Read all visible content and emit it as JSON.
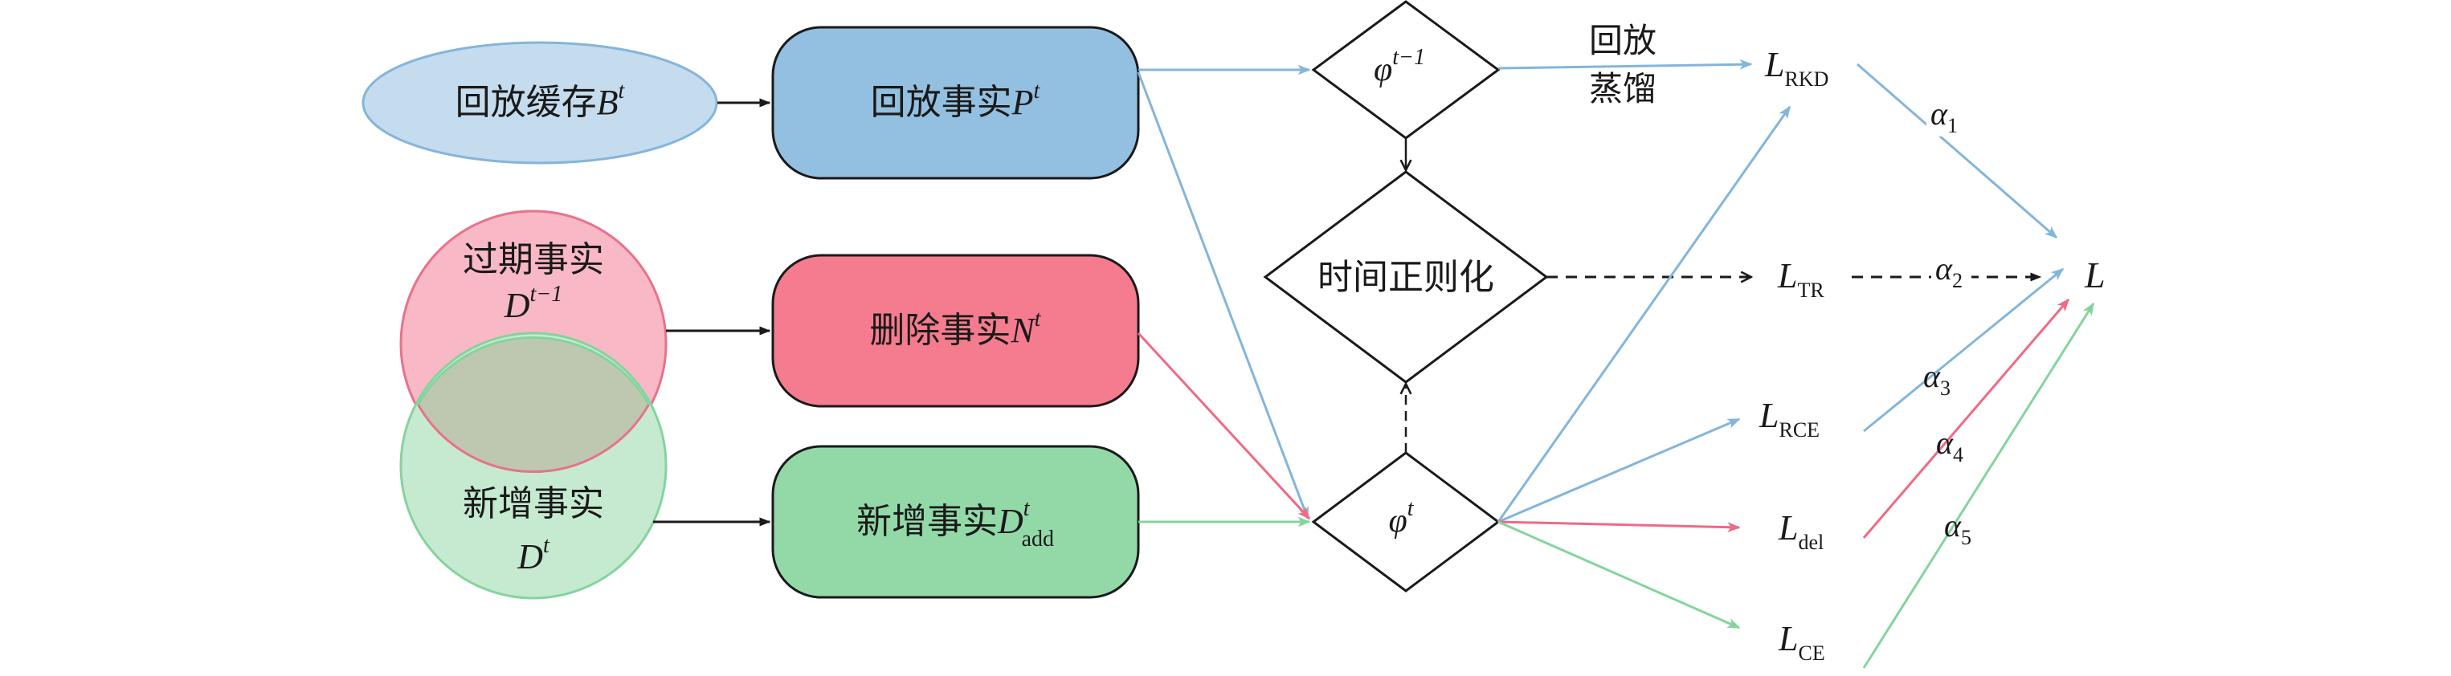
{
  "colors": {
    "blue_fill": "#93c0e0",
    "light_blue_fill": "#c5dcee",
    "blue_stroke": "#84b5da",
    "red_fill": "#f47c8e",
    "pink_fill": "#f8b8c5",
    "pink_stroke": "#e8728a",
    "green_fill": "#93d9a8",
    "light_green_fill": "#c6ead0",
    "green_stroke": "#84d49d",
    "overlap_fill": "#bec8b0",
    "ink": "#1a1a1a"
  },
  "nodes": {
    "replay_buffer": {
      "text": "回放缓存",
      "var": "B",
      "sup": "t"
    },
    "expired_facts": {
      "line1": "过期事实",
      "var": "D",
      "sup": "t−1"
    },
    "new_facts": {
      "line1": "新增事实",
      "var": "D",
      "sup": "t"
    },
    "replay_facts": {
      "text": "回放事实",
      "var": "P",
      "sup": "t"
    },
    "delete_facts": {
      "text": "删除事实",
      "var": "N",
      "sup": "t"
    },
    "add_facts": {
      "text": "新增事实",
      "var": "D",
      "sup": "t",
      "sub": "add"
    },
    "phi_prev": {
      "var": "φ",
      "sup": "t−1"
    },
    "phi_cur": {
      "var": "φ",
      "sup": "t"
    },
    "temporal_reg": {
      "text": "时间正则化"
    }
  },
  "edge_labels": {
    "replay_distill_line1": "回放",
    "replay_distill_line2": "蒸馏"
  },
  "losses": {
    "rkd": {
      "var": "L",
      "sub": "RKD"
    },
    "tr": {
      "var": "L",
      "sub": "TR"
    },
    "rce": {
      "var": "L",
      "sub": "RCE"
    },
    "del": {
      "var": "L",
      "sub": "del"
    },
    "ce": {
      "var": "L",
      "sub": "CE"
    },
    "total": {
      "var": "L"
    }
  },
  "weights": [
    {
      "var": "α",
      "sub": "1"
    },
    {
      "var": "α",
      "sub": "2"
    },
    {
      "var": "α",
      "sub": "3"
    },
    {
      "var": "α",
      "sub": "4"
    },
    {
      "var": "α",
      "sub": "5"
    }
  ]
}
